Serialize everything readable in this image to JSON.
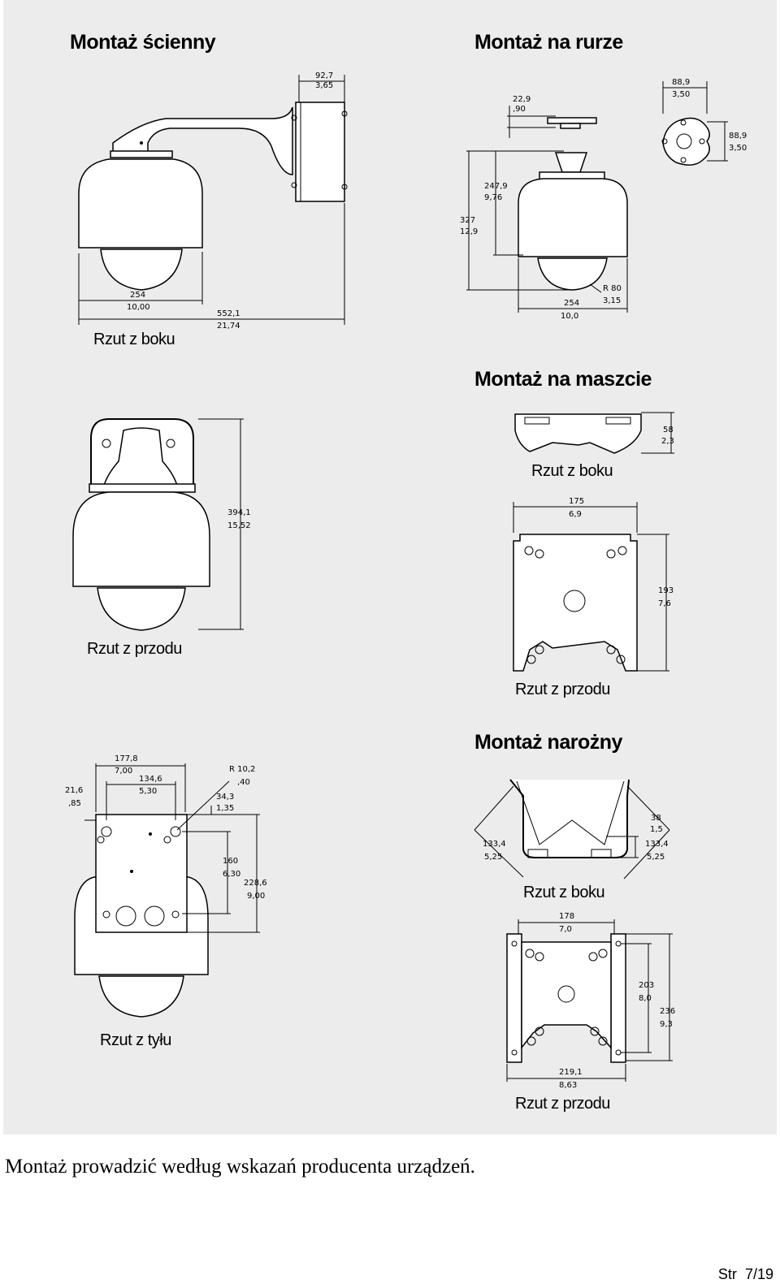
{
  "sections": {
    "wall": {
      "title": "Montaż ścienny",
      "view": "Rzut z boku",
      "dims": {
        "a1": "92,7",
        "a2": "3,65",
        "b1": "254",
        "b2": "10,00",
        "c1": "552,1",
        "c2": "21,74"
      }
    },
    "pipe": {
      "title": "Montaż na rurze",
      "dims": {
        "a1": "22,9",
        "a2": ",90",
        "b1": "247,9",
        "b2": "9,76",
        "c1": "327",
        "c2": "12,9",
        "d1": "88,9",
        "d2": "3,50",
        "e1": "88,9",
        "e2": "3,50",
        "r1": "R 80",
        "r2": "3,15",
        "w1": "254",
        "w2": "10,0"
      }
    },
    "front": {
      "view": "Rzut z przodu",
      "dims": {
        "h1": "394,1",
        "h2": "15,52"
      }
    },
    "mast": {
      "title": "Montaż na maszcie",
      "view_side": "Rzut z boku",
      "view_front": "Rzut z przodu",
      "dims": {
        "a1": "58",
        "a2": "2,3",
        "b1": "175",
        "b2": "6,9",
        "c1": "193",
        "c2": "7,6"
      }
    },
    "back": {
      "view": "Rzut z tyłu",
      "dims": {
        "a1": "177,8",
        "a2": "7,00",
        "b1": "134,6",
        "b2": "5,30",
        "c1": "21,6",
        "c2": ",85",
        "r1": "R 10,2",
        "r2": ",40",
        "d1": "34,3",
        "d2": "1,35",
        "e1": "160",
        "e2": "6,30",
        "f1": "228,6",
        "f2": "9,00"
      }
    },
    "corner": {
      "title": "Montaż narożny",
      "view_side": "Rzut z boku",
      "view_front": "Rzut z przodu",
      "dims": {
        "a1": "38",
        "a2": "1,5",
        "b1": "133,4",
        "b2": "5,25",
        "c1": "133,4",
        "c2": "5,25",
        "d1": "178",
        "d2": "7,0",
        "e1": "203",
        "e2": "8,0",
        "f1": "236",
        "f2": "9,3",
        "g1": "219,1",
        "g2": "8,63"
      }
    }
  },
  "caption": "Montaż prowadzić według wskazań producenta urządzeń.",
  "page_label": "Str",
  "page_number": "7/19"
}
